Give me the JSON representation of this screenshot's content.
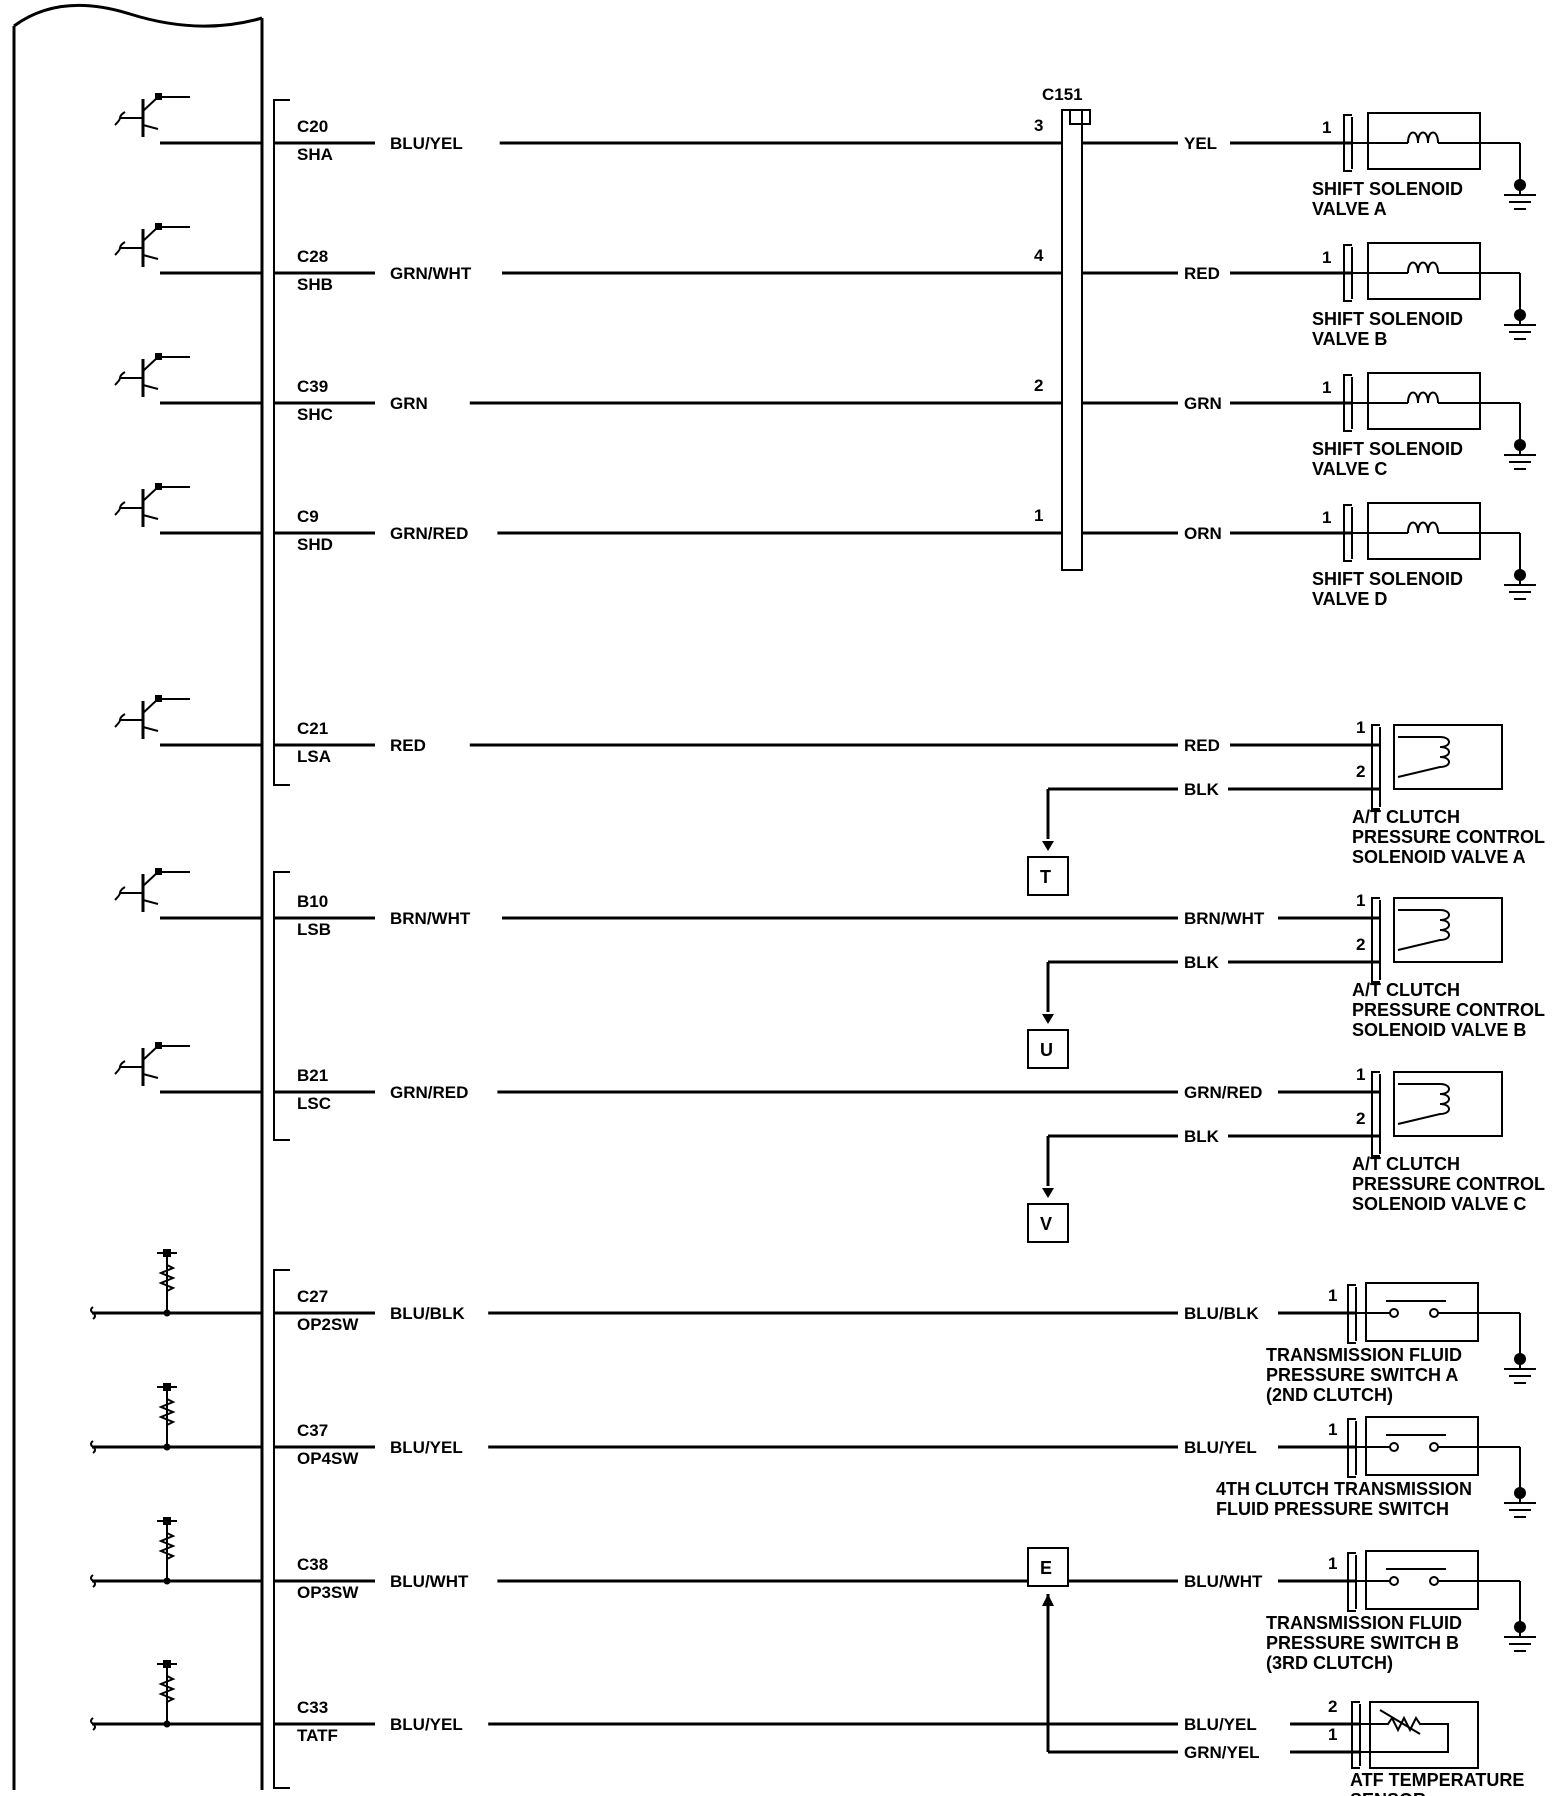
{
  "ecu_pins": [
    {
      "pin": "C20",
      "signal": "SHA",
      "wire": "BLU/YEL"
    },
    {
      "pin": "C28",
      "signal": "SHB",
      "wire": "GRN/WHT"
    },
    {
      "pin": "C39",
      "signal": "SHC",
      "wire": "GRN"
    },
    {
      "pin": "C9",
      "signal": "SHD",
      "wire": "GRN/RED"
    },
    {
      "pin": "C21",
      "signal": "LSA",
      "wire": "RED"
    },
    {
      "pin": "B10",
      "signal": "LSB",
      "wire": "BRN/WHT"
    },
    {
      "pin": "B21",
      "signal": "LSC",
      "wire": "GRN/RED"
    },
    {
      "pin": "C27",
      "signal": "OP2SW",
      "wire": "BLU/BLK"
    },
    {
      "pin": "C37",
      "signal": "OP4SW",
      "wire": "BLU/YEL"
    },
    {
      "pin": "C38",
      "signal": "OP3SW",
      "wire": "BLU/WHT"
    },
    {
      "pin": "C33",
      "signal": "TATF",
      "wire": "BLU/YEL"
    }
  ],
  "connector": {
    "name": "C151",
    "pins": [
      "3",
      "4",
      "2",
      "1"
    ]
  },
  "shift_solenoids": [
    {
      "out_wire": "YEL",
      "pin": "1",
      "label1": "SHIFT SOLENOID",
      "label2": "VALVE A"
    },
    {
      "out_wire": "RED",
      "pin": "1",
      "label1": "SHIFT SOLENOID",
      "label2": "VALVE B"
    },
    {
      "out_wire": "GRN",
      "pin": "1",
      "label1": "SHIFT SOLENOID",
      "label2": "VALVE C"
    },
    {
      "out_wire": "ORN",
      "pin": "1",
      "label1": "SHIFT SOLENOID",
      "label2": "VALVE D"
    }
  ],
  "pressure_solenoids": [
    {
      "wire1": "RED",
      "wire2": "BLK",
      "pin1": "1",
      "pin2": "2",
      "ground": "T",
      "label1": "A/T CLUTCH",
      "label2": "PRESSURE CONTROL",
      "label3": "SOLENOID VALVE A"
    },
    {
      "wire1": "BRN/WHT",
      "wire2": "BLK",
      "pin1": "1",
      "pin2": "2",
      "ground": "U",
      "label1": "A/T CLUTCH",
      "label2": "PRESSURE CONTROL",
      "label3": "SOLENOID VALVE B"
    },
    {
      "wire1": "GRN/RED",
      "wire2": "BLK",
      "pin1": "1",
      "pin2": "2",
      "ground": "V",
      "label1": "A/T CLUTCH",
      "label2": "PRESSURE CONTROL",
      "label3": "SOLENOID VALVE C"
    }
  ],
  "pressure_switches": [
    {
      "wire": "BLU/BLK",
      "pin": "1",
      "labels": [
        "TRANSMISSION FLUID",
        "PRESSURE SWITCH A",
        "(2ND CLUTCH)"
      ]
    },
    {
      "wire": "BLU/YEL",
      "pin": "1",
      "labels": [
        "4TH CLUTCH TRANSMISSION",
        "FLUID PRESSURE SWITCH"
      ]
    },
    {
      "wire": "BLU/WHT",
      "pin": "1",
      "labels": [
        "TRANSMISSION FLUID",
        "PRESSURE SWITCH B",
        "(3RD CLUTCH)"
      ]
    }
  ],
  "atf_sensor": {
    "wire_signal": "BLU/YEL",
    "wire_return": "GRN/YEL",
    "pin_signal": "2",
    "pin_return": "1",
    "ground": "E",
    "labels": [
      "ATF TEMPERATURE",
      "SENSOR"
    ]
  }
}
